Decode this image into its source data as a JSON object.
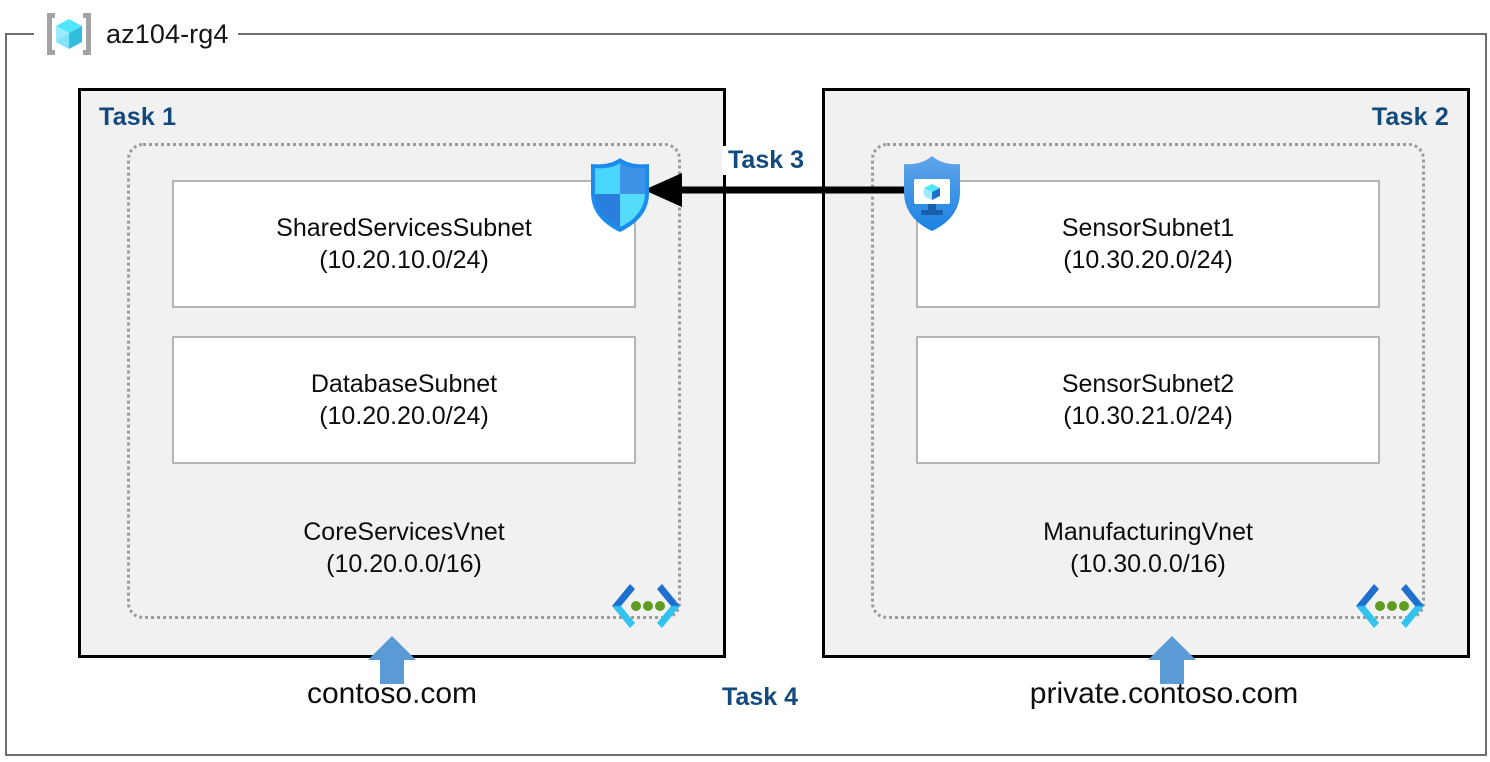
{
  "resource_group": {
    "name": "az104-rg4",
    "icon": "resource-group-icon"
  },
  "panels": [
    {
      "task_label": "Task 1",
      "align": "left",
      "vnet": {
        "name": "CoreServicesVnet",
        "cidr": "(10.20.0.0/16)",
        "badge_icon": "virtual-network-icon"
      },
      "subnets": [
        {
          "name": "SharedServicesSubnet",
          "cidr": "(10.20.10.0/24)"
        },
        {
          "name": "DatabaseSubnet",
          "cidr": "(10.20.20.0/24)"
        }
      ],
      "dns": {
        "label": "contoso.com",
        "arrow_icon": "up-arrow-icon"
      }
    },
    {
      "task_label": "Task 2",
      "align": "right",
      "vnet": {
        "name": "ManufacturingVnet",
        "cidr": "(10.30.0.0/16)",
        "badge_icon": "virtual-network-icon"
      },
      "subnets": [
        {
          "name": "SensorSubnet1",
          "cidr": "(10.30.20.0/24)"
        },
        {
          "name": "SensorSubnet2",
          "cidr": "(10.30.21.0/24)"
        }
      ],
      "dns": {
        "label": "private.contoso.com",
        "arrow_icon": "up-arrow-icon"
      }
    }
  ],
  "connectors": {
    "peering": {
      "label": "Task 3",
      "direction": "right-to-left",
      "icon": "arrow-left-icon"
    },
    "dns_zones": {
      "label": "Task 4"
    }
  },
  "icons": {
    "nsg_shield": "network-security-group-shield-icon",
    "vm_shield": "virtual-machine-shield-icon"
  },
  "colors": {
    "task_label": "#134a7e",
    "panel_fill": "#f1f1f1",
    "panel_border": "#000000",
    "vnet_border": "#9b9b9b",
    "subnet_border": "#b5b5b5",
    "frame_border": "#6e6e6e",
    "dns_arrow": "#5b9bd5",
    "peering_arrow": "#000000",
    "azure_cube_light": "#50e6ff",
    "azure_cube_mid": "#32bedd",
    "badge_dot_green": "#5e9c24"
  }
}
